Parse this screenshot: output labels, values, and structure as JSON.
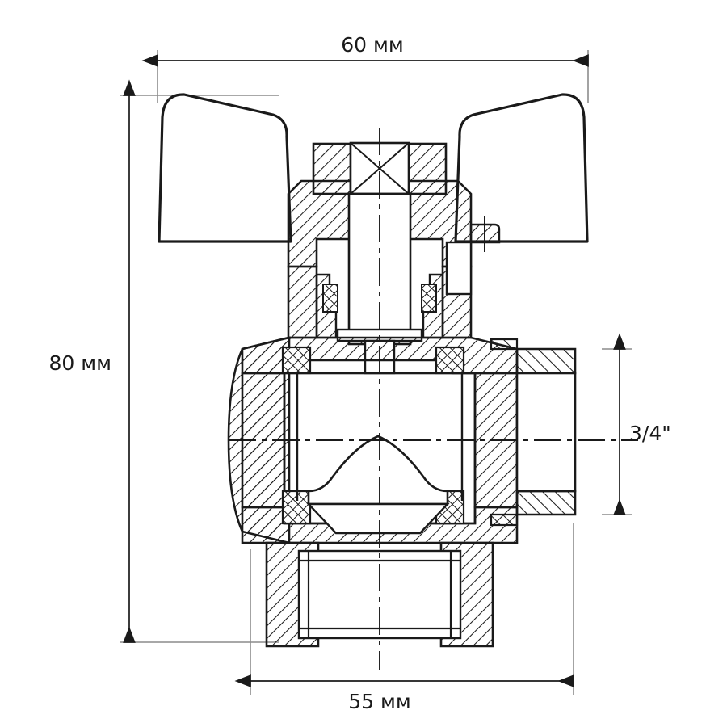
{
  "drawing": {
    "title": "Ball valve cross-section technical drawing",
    "subject": "butterfly-handle ball valve",
    "line_color": "#1a1a1a",
    "extension_line_color": "#8c8c8c",
    "background_color": "#ffffff"
  },
  "dimensions": {
    "width_top": {
      "label": "60 мм",
      "value": 60,
      "unit": "мм",
      "orientation": "horizontal",
      "position": "top"
    },
    "height_left": {
      "label": "80 мм",
      "value": 80,
      "unit": "мм",
      "orientation": "vertical",
      "position": "left"
    },
    "bore_right": {
      "label": "3/4\"",
      "value": "3/4",
      "unit": "inch",
      "orientation": "vertical",
      "position": "right"
    },
    "width_bottom": {
      "label": "55 мм",
      "value": 55,
      "unit": "мм",
      "orientation": "horizontal",
      "position": "bottom"
    }
  },
  "parts": [
    {
      "name": "handle-wing-left",
      "kind": "butterfly handle wing"
    },
    {
      "name": "handle-wing-right",
      "kind": "butterfly handle wing"
    },
    {
      "name": "stem",
      "kind": "valve stem"
    },
    {
      "name": "bonnet",
      "kind": "bonnet / packing nut"
    },
    {
      "name": "valve-body",
      "kind": "body casting"
    },
    {
      "name": "ball",
      "kind": "ball"
    },
    {
      "name": "seat-seal",
      "kind": "PTFE seat"
    },
    {
      "name": "outlet-right",
      "kind": "male threaded outlet"
    },
    {
      "name": "outlet-bottom",
      "kind": "female threaded outlet"
    },
    {
      "name": "stop-pin",
      "kind": "travel stop pin"
    }
  ]
}
